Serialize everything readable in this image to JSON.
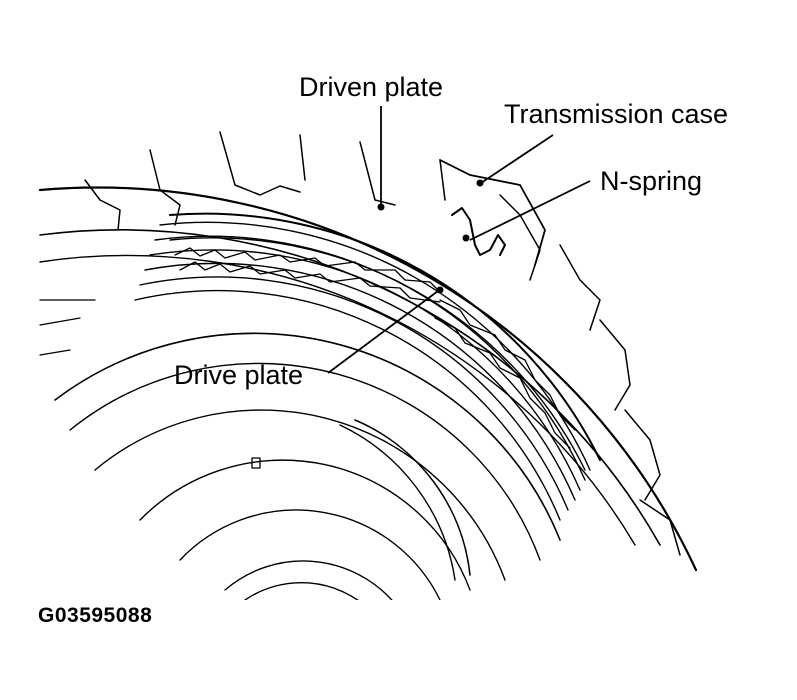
{
  "figure_code": "G03595088",
  "labels": {
    "driven_plate": "Driven plate",
    "transmission_case": "Transmission case",
    "n_spring": "N-spring",
    "drive_plate": "Drive plate"
  }
}
